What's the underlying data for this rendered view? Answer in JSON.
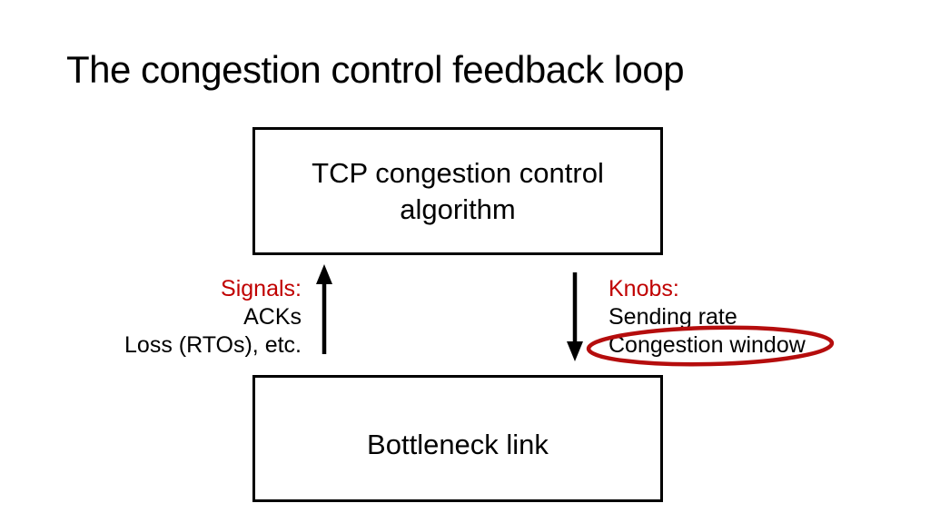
{
  "slide": {
    "title": "The congestion control feedback loop"
  },
  "top_box": {
    "lines": [
      "TCP congestion control",
      "algorithm"
    ]
  },
  "bottom_box": {
    "label": "Bottleneck link"
  },
  "signals": {
    "heading": "Signals:",
    "items": [
      "ACKs",
      "Loss (RTOs), etc."
    ]
  },
  "knobs": {
    "heading": "Knobs:",
    "items": [
      "Sending rate",
      "Congestion window"
    ]
  },
  "shapes": {
    "up_arrow": "up-arrow",
    "down_arrow": "down-arrow",
    "highlight_ellipse": "ellipse-around-congestion-window"
  },
  "colors": {
    "background": "#ffffff",
    "text": "#000000",
    "heading_red": "#c00000",
    "ellipse_red": "#b50d0d",
    "arrow": "#000000",
    "box_border": "#000000"
  }
}
